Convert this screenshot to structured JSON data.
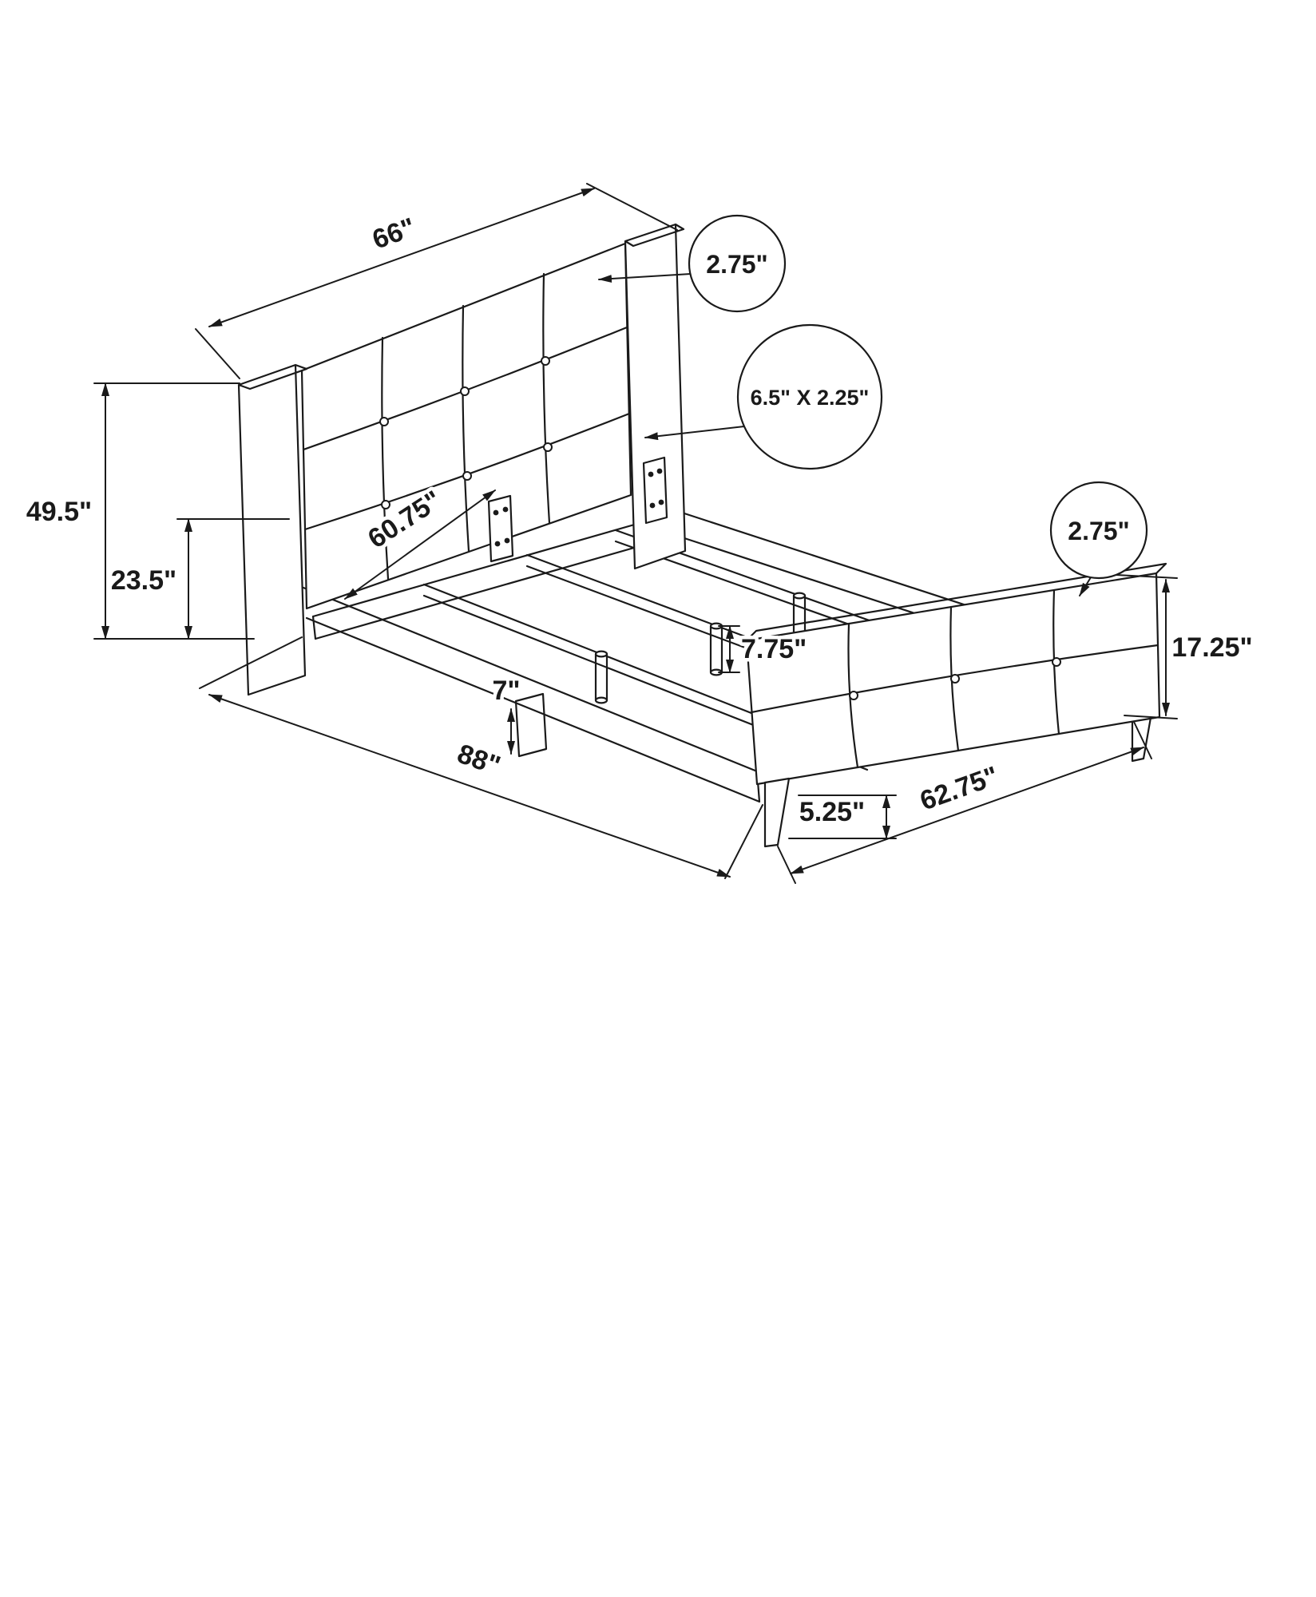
{
  "diagram": {
    "dims": {
      "headboard_width": "66\"",
      "headboard_height": "49.5\"",
      "post_height": "23.5\"",
      "inner_width": "60.75\"",
      "center_leg_height": "7\"",
      "support_leg_height": "7.75\"",
      "overall_length": "88\"",
      "footboard_leg_height": "5.25\"",
      "footboard_width": "62.75\"",
      "footboard_height": "17.25\""
    },
    "callouts": {
      "headboard_thickness": "2.75\"",
      "rail_size": "6.5\" X 2.25\"",
      "footboard_thickness": "2.75\""
    }
  }
}
